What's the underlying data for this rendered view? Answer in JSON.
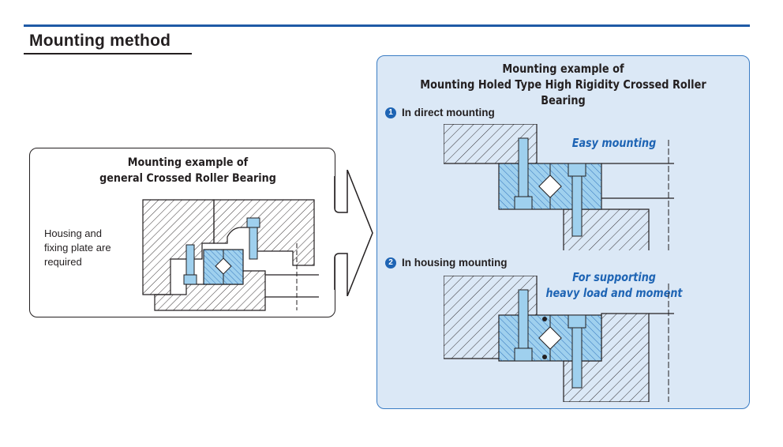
{
  "header": {
    "section_title": "Mounting method"
  },
  "left_panel": {
    "title_line1": "Mounting example of",
    "title_line2": "general Crossed Roller Bearing",
    "note_line1": "Housing and",
    "note_line2": "fixing plate are",
    "note_line3": "required"
  },
  "right_panel": {
    "title_line1": "Mounting example of",
    "title_line2": "Mounting Holed Type High Rigidity Crossed Roller Bearing",
    "sections": [
      {
        "number": "1",
        "label": "In direct mounting",
        "callout_line1": "Easy mounting",
        "callout_line2": ""
      },
      {
        "number": "2",
        "label": "In housing mounting",
        "callout_line1": "For supporting",
        "callout_line2": "heavy load and moment"
      }
    ]
  },
  "colors": {
    "accent_blue": "#1e64b4",
    "panel_fill": "#dbe8f6",
    "bearing_fill": "#9fd0ee",
    "rule": "#1f5aa6"
  }
}
